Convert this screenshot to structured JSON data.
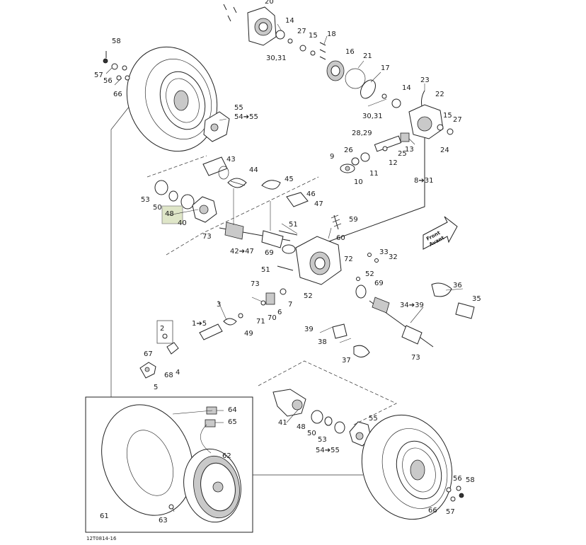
{
  "figure_code": "12T0814-16",
  "arrow_text": {
    "line1": "Front",
    "line2": "Avant"
  },
  "labels": {
    "l20": "20",
    "l14a": "14",
    "l27a": "27",
    "l18": "18",
    "l15a": "15",
    "l3031a": "30,31",
    "l16": "16",
    "l21": "21",
    "l17": "17",
    "l23": "23",
    "l14b": "14",
    "l22": "22",
    "l3031b": "30,31",
    "l15b": "15",
    "l27b": "27",
    "l2829": "28,29",
    "l24": "24",
    "l26": "26",
    "l9": "9",
    "l25": "25",
    "l13": "13",
    "l11": "11",
    "l12": "12",
    "l10": "10",
    "l8to31": "8➔31",
    "l58a": "58",
    "l57a": "57",
    "l56a": "56",
    "l66a": "66",
    "l55a": "55",
    "l54to55a": "54➔55",
    "l43": "43",
    "l44": "44",
    "l45": "45",
    "l46": "46",
    "l47": "47",
    "l53a": "53",
    "l50a": "50",
    "l48a": "48",
    "l40": "40",
    "l73a": "73",
    "l59": "59",
    "l60": "60",
    "l51a": "51",
    "l42to47": "42➔47",
    "l69a": "69",
    "l72": "72",
    "l33": "33",
    "l32": "32",
    "l51b": "51",
    "l52a": "52",
    "l52b": "52",
    "l69b": "69",
    "l73b": "73",
    "l36": "36",
    "l35": "35",
    "l34to39": "34➔39",
    "l7": "7",
    "l3": "3",
    "l6": "6",
    "l70": "70",
    "l71": "71",
    "l1to5": "1➔5",
    "l49": "49",
    "l39": "39",
    "l38": "38",
    "l37": "37",
    "l73c": "73",
    "l2": "2",
    "l67": "67",
    "l4": "4",
    "l68": "68",
    "l5": "5",
    "l41": "41",
    "l55b": "55",
    "l48b": "48",
    "l50b": "50",
    "l53b": "53",
    "l54to55b": "54➔55",
    "l64": "64",
    "l65": "65",
    "l62": "62",
    "l61": "61",
    "l63": "63",
    "l56b": "56",
    "l58b": "58",
    "l66b": "66",
    "l57b": "57"
  }
}
